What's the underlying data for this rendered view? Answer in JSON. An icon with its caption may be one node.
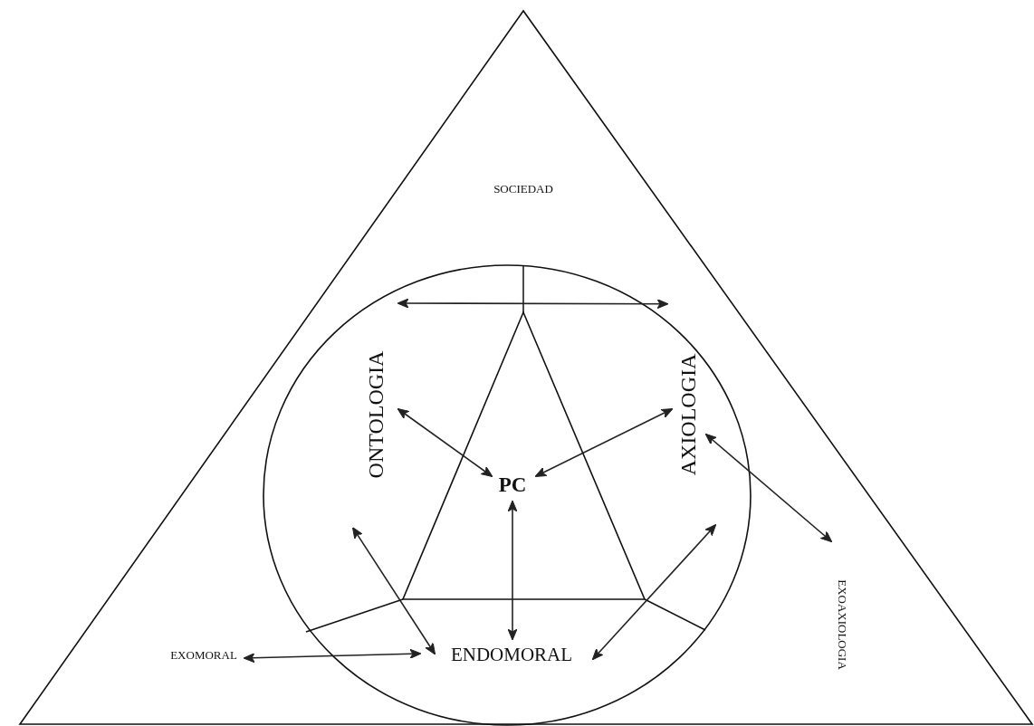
{
  "diagram": {
    "nodes": [
      {
        "text": [
          "SOCIEDAD"
        ]
      },
      {
        "text": [],
        "shape": "circle",
        "in": 0
      },
      {
        "text": [
          "ONTOLOGIA"
        ],
        "in": 1
      },
      {
        "text": [
          "PC"
        ],
        "in": 1
      },
      {
        "text": [
          "AXIOLOGIA"
        ],
        "in": 1
      },
      {
        "text": [
          "EXOAXIOLOGIA"
        ],
        "in": 0
      },
      {
        "text": [
          "EXOMORAL"
        ],
        "in": 0
      },
      {
        "text": [
          "ENDOMORAL"
        ],
        "in": 1
      }
    ],
    "edges": [
      {
        "from": 2,
        "to": 4,
        "arrow": "both"
      },
      {
        "from": 2,
        "to": 3,
        "arrow": "both"
      },
      {
        "from": 4,
        "to": 3,
        "arrow": "both"
      },
      {
        "from": 3,
        "to": 7,
        "arrow": "both"
      },
      {
        "from": 2,
        "to": 7,
        "arrow": "both"
      },
      {
        "from": 4,
        "to": 7,
        "arrow": "both"
      },
      {
        "from": 6,
        "to": 7,
        "arrow": "both"
      },
      {
        "from": 4,
        "to": 5,
        "arrow": "both"
      }
    ]
  }
}
